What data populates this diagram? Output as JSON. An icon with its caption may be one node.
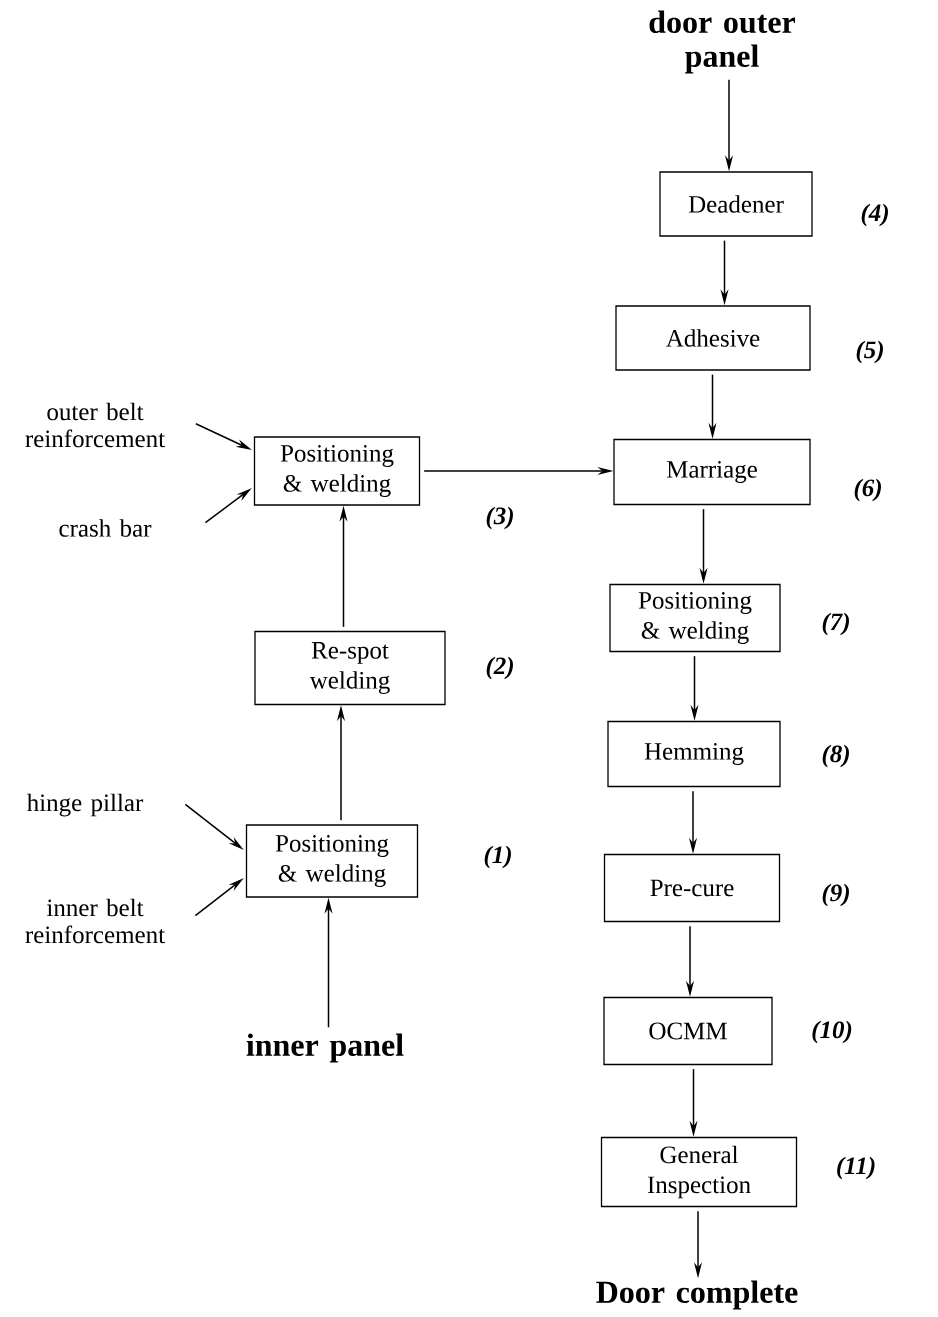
{
  "diagram": {
    "nodes": [
      {
        "text": [
          "door outer panel"
        ]
      },
      {
        "text": [
          "Deadener"
        ],
        "beside": [
          "(4)"
        ]
      },
      {
        "text": [
          "Adhesive"
        ],
        "beside": [
          "(5)"
        ]
      },
      {
        "text": [
          "outer belt reinforcement"
        ]
      },
      {
        "text": [
          "Positioning & welding"
        ],
        "beside": [
          "(3)"
        ]
      },
      {
        "text": [
          "Marriage"
        ],
        "beside": [
          "(6)"
        ]
      },
      {
        "text": [
          "crash bar"
        ]
      },
      {
        "text": [
          "Positioning & welding"
        ],
        "beside": [
          "(7)"
        ]
      },
      {
        "text": [
          "Re-spot welding"
        ],
        "beside": [
          "(2)"
        ]
      },
      {
        "text": [
          "Hemming"
        ],
        "beside": [
          "(8)"
        ]
      },
      {
        "text": [
          "hinge pillar"
        ]
      },
      {
        "text": [
          "Positioning & welding"
        ],
        "beside": [
          "(1)"
        ]
      },
      {
        "text": [
          "inner belt reinforcement"
        ]
      },
      {
        "text": [
          "Pre-cure"
        ],
        "beside": [
          "(9)"
        ]
      },
      {
        "text": [
          "OCMM"
        ],
        "beside": [
          "(10)"
        ]
      },
      {
        "text": [
          "inner panel"
        ]
      },
      {
        "text": [
          "General Inspection"
        ],
        "beside": [
          "(11)"
        ]
      },
      {
        "text": [
          "Door complete"
        ]
      }
    ],
    "edges": [
      {
        "from": 0,
        "to": 1,
        "arrow": "to"
      },
      {
        "from": 1,
        "to": 2,
        "arrow": "to"
      },
      {
        "from": 2,
        "to": 5,
        "arrow": "to"
      },
      {
        "from": 4,
        "to": 5,
        "arrow": "to"
      },
      {
        "from": 5,
        "to": 7,
        "arrow": "to"
      },
      {
        "from": 7,
        "to": 9,
        "arrow": "to"
      },
      {
        "from": 9,
        "to": 13,
        "arrow": "to"
      },
      {
        "from": 13,
        "to": 14,
        "arrow": "to"
      },
      {
        "from": 14,
        "to": 16,
        "arrow": "to"
      },
      {
        "from": 16,
        "to": 17,
        "arrow": "to"
      },
      {
        "from": 3,
        "to": 4,
        "arrow": "to"
      },
      {
        "from": 6,
        "to": 4,
        "arrow": "to"
      },
      {
        "from": 10,
        "to": 11,
        "arrow": "to"
      },
      {
        "from": 12,
        "to": 11,
        "arrow": "to"
      },
      {
        "from": 15,
        "to": 11,
        "arrow": "to"
      },
      {
        "from": 11,
        "to": 8,
        "arrow": "to"
      },
      {
        "from": 8,
        "to": 4,
        "arrow": "to"
      }
    ]
  }
}
